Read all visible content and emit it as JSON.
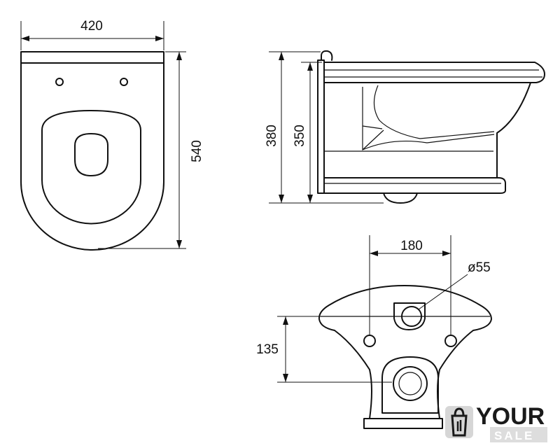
{
  "dimensions": {
    "top_width": "420",
    "top_depth": "540",
    "side_height_outer": "380",
    "side_height_inner": "350",
    "rear_bolt_spacing": "180",
    "rear_outlet_diameter": "ø55",
    "rear_outlet_height": "135"
  },
  "watermark": {
    "main": "YOUR",
    "sub": "SALE"
  }
}
